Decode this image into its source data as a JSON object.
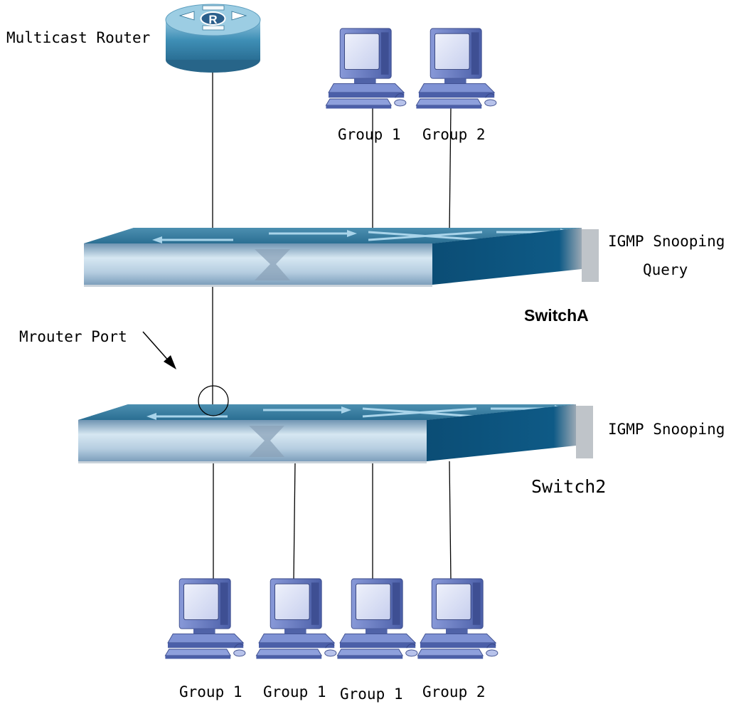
{
  "labels": {
    "router": "Multicast Router",
    "router_badge": "R",
    "top_group_1": "Group 1",
    "top_group_2": "Group 2",
    "switch_a_role_line1": "IGMP Snooping",
    "switch_a_role_line2": "Query",
    "switch_a_name": "SwitchA",
    "mrouter_port": "Mrouter Port",
    "switch_2_role": "IGMP Snooping",
    "switch_2_name": "Switch2",
    "bottom_group_1": "Group 1",
    "bottom_group_2": "Group 1",
    "bottom_group_3": "Group 1",
    "bottom_group_4": "Group 2"
  },
  "colors": {
    "switch_top": "#2e7a9c",
    "switch_front": "#b8d2e4",
    "switch_side": "#0c4f78",
    "router_body": "#3c8fb5",
    "computer_blue": "#6b7fc4"
  }
}
